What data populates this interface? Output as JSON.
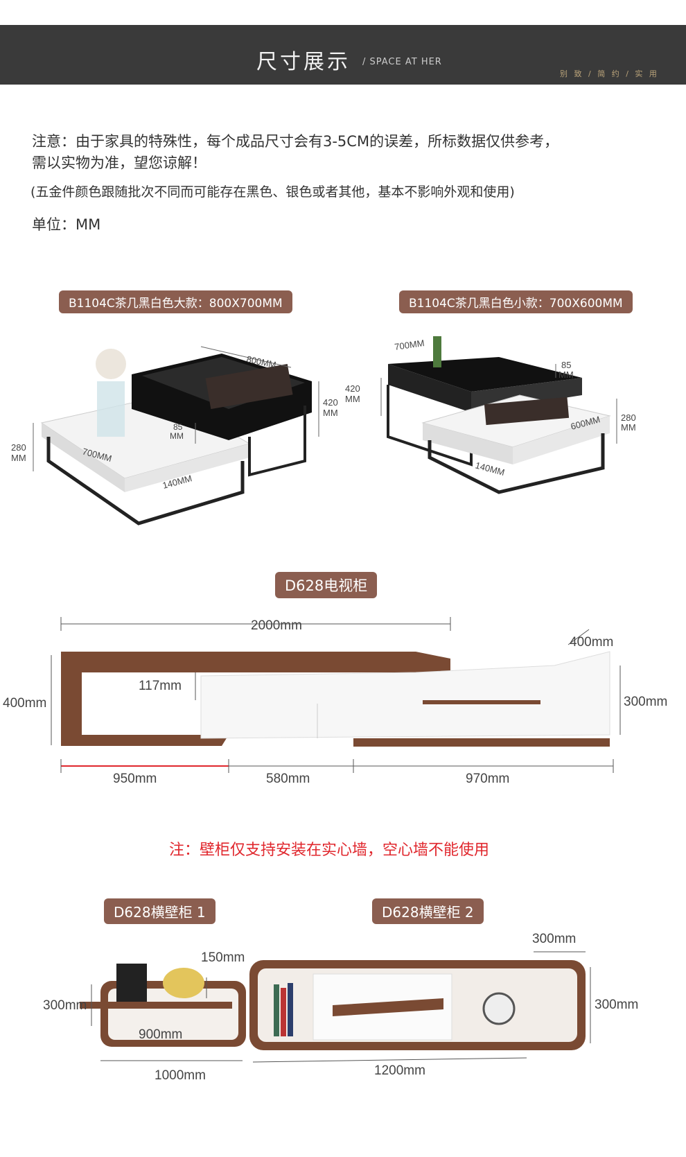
{
  "header": {
    "title": "尺寸展示",
    "subtitle": "/ SPACE AT HER",
    "tagline": "别 致 / 简 约 / 实 用"
  },
  "notes": {
    "line1": "注意：由于家具的特殊性，每个成品尺寸会有3-5CM的误差，所标数据仅供参考，",
    "line2": "需以实物为准，望您谅解！",
    "line3": "(五金件颜色跟随批次不同而可能存在黑色、银色或者其他，基本不影响外观和使用)",
    "unit": "单位：MM"
  },
  "tables": {
    "large": {
      "label": "B1104C茶几黑白色大款：800X700MM",
      "d800": "800MM",
      "d420": "420",
      "d420u": "MM",
      "d85": "85",
      "d85u": "MM",
      "d280": "280",
      "d280u": "MM",
      "d700": "700MM",
      "d140": "140MM"
    },
    "small": {
      "label": "B1104C茶几黑白色小款：700X600MM",
      "d700": "700MM",
      "d85": "85",
      "d85u": "MM",
      "d420": "420",
      "d420u": "MM",
      "d280": "280",
      "d280u": "MM",
      "d600": "600MM",
      "d140": "140MM"
    }
  },
  "tv": {
    "label": "D628电视柜",
    "w": "2000mm",
    "d": "400mm",
    "h1": "400mm",
    "h2": "300mm",
    "gap": "117mm",
    "s1": "950mm",
    "s2": "580mm",
    "s3": "970mm"
  },
  "wall": {
    "warning": "注：壁柜仅支持安装在实心墙，空心墙不能使用",
    "label1": "D628横壁柜 1",
    "label2": "D628横壁柜 2",
    "c1h": "300mm",
    "c1d": "150mm",
    "c1inner": "900mm",
    "c1w": "1000mm",
    "c2d": "300mm",
    "c2h": "300mm",
    "c2w": "1200mm"
  },
  "colors": {
    "band": "#3a3a3a",
    "pill": "#8b5e50",
    "wood": "#7a4a33",
    "warning": "#e0262c"
  }
}
